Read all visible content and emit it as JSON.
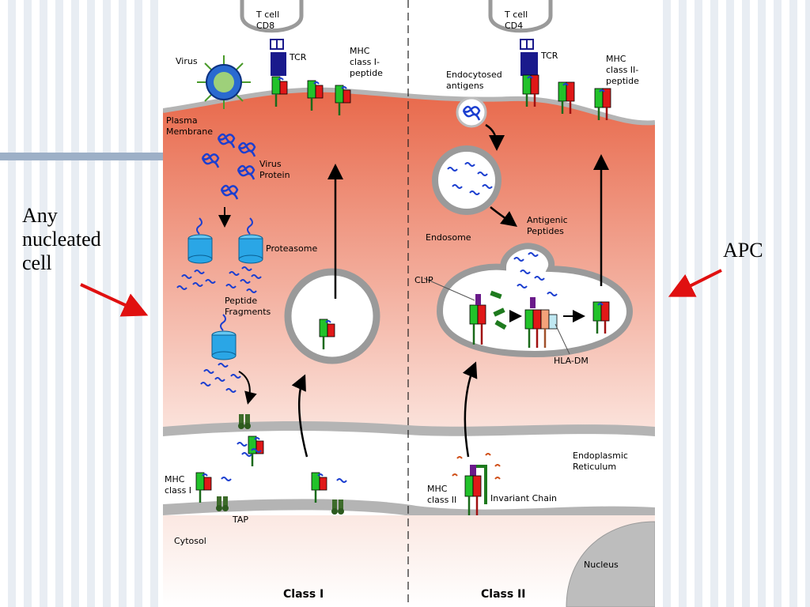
{
  "side_labels": {
    "left": [
      "Any",
      "nucleated",
      "cell"
    ],
    "right": "APC"
  },
  "class1": {
    "tcell": [
      "T cell",
      "CD8"
    ],
    "tcr": "TCR",
    "mhc_peptide": [
      "MHC",
      "class I-",
      "peptide"
    ],
    "virus": "Virus",
    "plasma_membrane": [
      "Plasma",
      "Membrane"
    ],
    "virus_protein": [
      "Virus",
      "Protein"
    ],
    "proteasome": "Proteasome",
    "peptide_fragments": [
      "Peptide",
      "Fragments"
    ],
    "mhc_class": [
      "MHC",
      "class I"
    ],
    "tap": "TAP",
    "cytosol": "Cytosol",
    "title": "Class I"
  },
  "class2": {
    "tcell": [
      "T cell",
      "CD4"
    ],
    "tcr": "TCR",
    "mhc_peptide": [
      "MHC",
      "class II-",
      "peptide"
    ],
    "endocytosed": [
      "Endocytosed",
      "antigens"
    ],
    "endosome": "Endosome",
    "antigenic_peptides": [
      "Antigenic",
      "Peptides"
    ],
    "clip": "CLIP",
    "hla_dm": "HLA-DM",
    "er": [
      "Endoplasmic",
      "Reticulum"
    ],
    "mhc_class": [
      "MHC",
      "class II"
    ],
    "invariant_chain": "Invariant Chain",
    "nucleus": "Nucleus",
    "title": "Class II"
  },
  "colors": {
    "cell_top": "#e8684a",
    "cell_bottom": "#fbe3dc",
    "membrane": "#b4b4b4",
    "mhc_green": "#22c22a",
    "mhc_red": "#e01818",
    "tcr_blue": "#1a1a8c",
    "peptide_blue": "#1c3fd0",
    "proteasome_cyan": "#2aa6e6",
    "red_arrow": "#e01010"
  }
}
